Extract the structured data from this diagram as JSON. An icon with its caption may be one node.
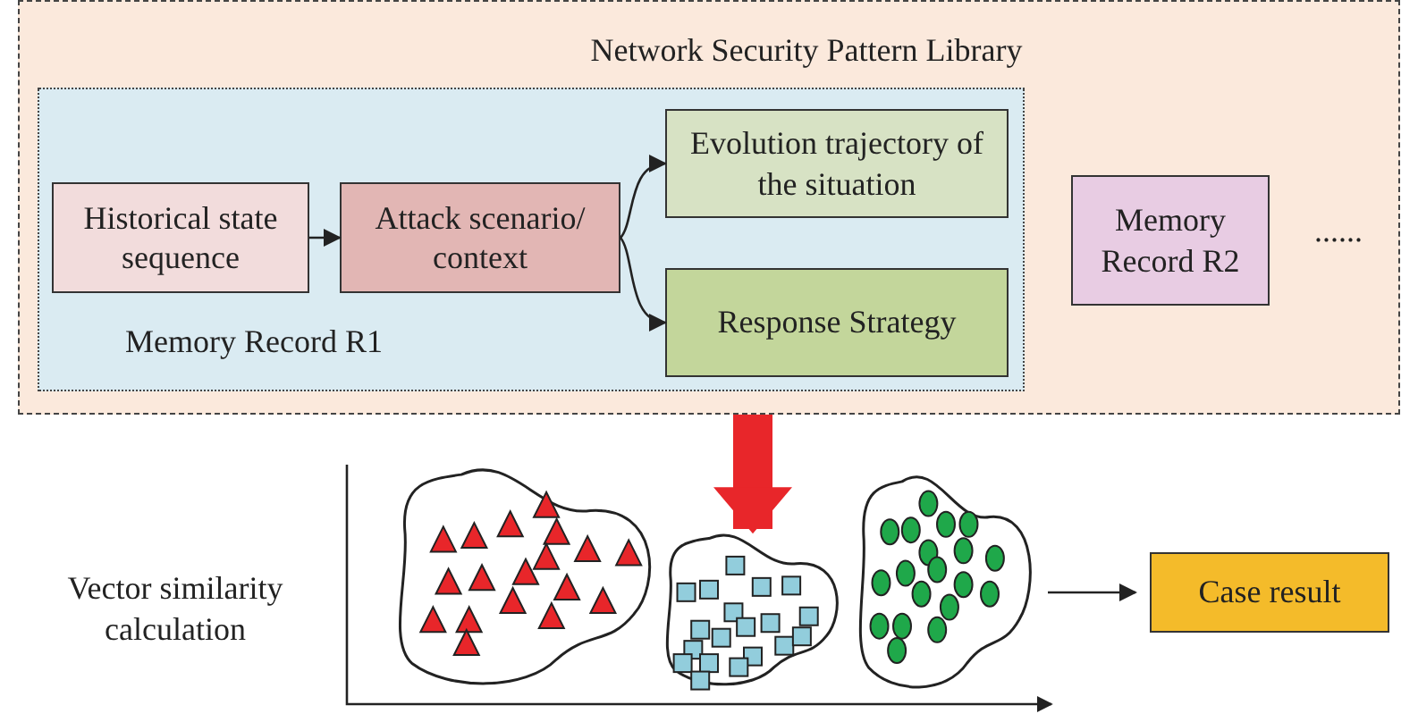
{
  "diagram": {
    "nodes": [
      {
        "text": [
          "Network Security Pattern Library"
        ]
      },
      {
        "text": [
          "Memory Record R1"
        ],
        "in": 0
      },
      {
        "text": [
          "Historical state sequence"
        ],
        "in": 1
      },
      {
        "text": [
          "Attack scenario/ context"
        ],
        "in": 1
      },
      {
        "text": [
          "Evolution trajectory of the situation"
        ],
        "in": 1
      },
      {
        "text": [
          "Response Strategy"
        ],
        "in": 1
      },
      {
        "text": [
          "Memory Record R2"
        ],
        "in": 0
      },
      {
        "text": [],
        "shape": "cloud"
      },
      {
        "text": [],
        "shape": "cloud"
      },
      {
        "text": [],
        "shape": "cloud"
      },
      {
        "text": [
          "Case result"
        ]
      }
    ],
    "edges": [
      {
        "from": 2,
        "to": 3,
        "arrow": "to"
      },
      {
        "from": 3,
        "to": 4,
        "arrow": "to"
      },
      {
        "from": 3,
        "to": 5,
        "arrow": "to"
      },
      {
        "from": 0,
        "to": 8,
        "arrow": "to",
        "style": "thick",
        "color": "#e8262a"
      },
      {
        "from": 9,
        "to": 10,
        "arrow": "to"
      }
    ],
    "labels": [
      "......",
      "Vector similarity calculation"
    ]
  }
}
